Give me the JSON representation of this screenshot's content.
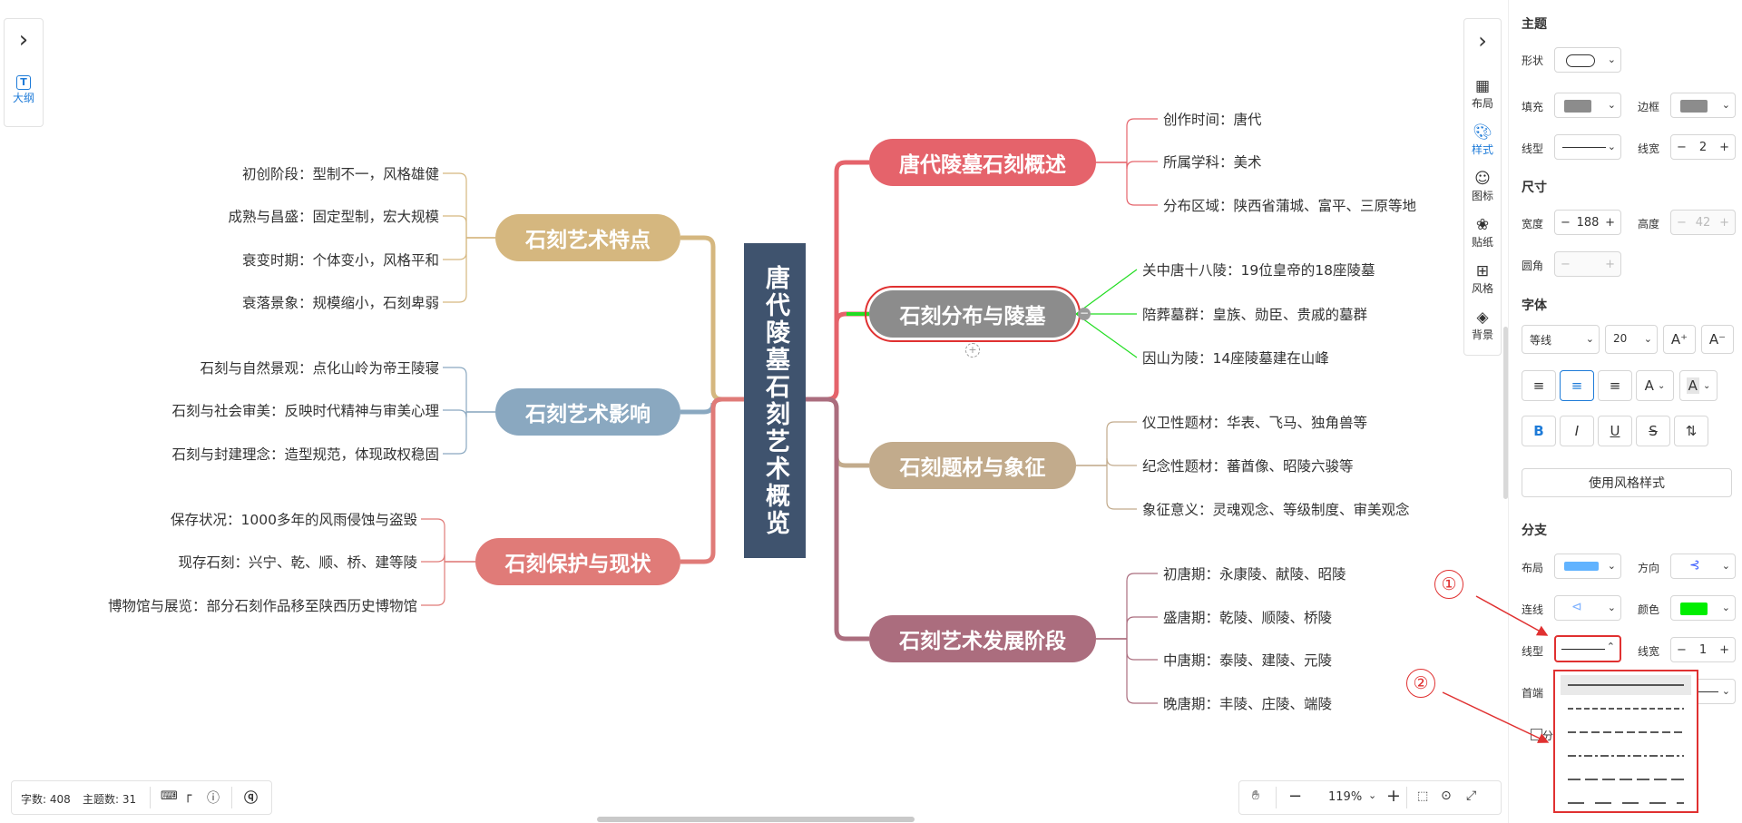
{
  "outline": {
    "expand_icon": "chevron-right-icon",
    "label": "大纲"
  },
  "mindmap": {
    "root": "唐代陵墓石刻艺术概览",
    "left_branches": [
      {
        "title": "石刻艺术特点",
        "color": "#d5b77f",
        "children": [
          "初创阶段：型制不一，风格雄健",
          "成熟与昌盛：固定型制，宏大规模",
          "衰变时期：个体变小，风格平和",
          "衰落景象：规模缩小，石刻卑弱"
        ]
      },
      {
        "title": "石刻艺术影响",
        "color": "#8aa8c0",
        "children": [
          "石刻与自然景观：点化山岭为帝王陵寝",
          "石刻与社会审美：反映时代精神与审美心理",
          "石刻与封建理念：造型规范，体现政权稳固"
        ]
      },
      {
        "title": "石刻保护与现状",
        "color": "#e07b78",
        "children": [
          "保存状况：1000多年的风雨侵蚀与盗毁",
          "现存石刻：兴宁、乾、顺、桥、建等陵",
          "博物馆与展览：部分石刻作品移至陕西历史博物馆"
        ]
      }
    ],
    "right_branches": [
      {
        "title": "唐代陵墓石刻概述",
        "color": "#e5636b",
        "children": [
          "创作时间：唐代",
          "所属学科：美术",
          "分布区域：陕西省蒲城、富平、三原等地"
        ]
      },
      {
        "title": "石刻分布与陵墓",
        "color": "#8c8c8c",
        "children": [
          "关中唐十八陵：19位皇帝的18座陵墓",
          "陪葬墓群：皇族、勋臣、贵戚的墓群",
          "因山为陵：14座陵墓建在山峰"
        ]
      },
      {
        "title": "石刻题材与象征",
        "color": "#c2ab8c",
        "children": [
          "仪卫性题材：华表、飞马、独角兽等",
          "纪念性题材：蕃酋像、昭陵六骏等",
          "象征意义：灵魂观念、等级制度、审美观念"
        ]
      },
      {
        "title": "石刻艺术发展阶段",
        "color": "#ab6d7e",
        "children": [
          "初唐期：永康陵、献陵、昭陵",
          "盛唐期：乾陵、顺陵、桥陵",
          "中唐期：泰陵、建陵、元陵",
          "晚唐期：丰陵、庄陵、端陵"
        ]
      }
    ]
  },
  "toolbar": {
    "collapse_icon": "chevron-right-icon",
    "items": [
      {
        "label": "布局",
        "icon": "layout-icon"
      },
      {
        "label": "样式",
        "icon": "palette-icon",
        "active": true
      },
      {
        "label": "图标",
        "icon": "smiley-icon"
      },
      {
        "label": "贴纸",
        "icon": "sticker-icon"
      },
      {
        "label": "风格",
        "icon": "grid-icon"
      },
      {
        "label": "背景",
        "icon": "layers-icon"
      }
    ]
  },
  "panel": {
    "topic_title": "主题",
    "shape_label": "形状",
    "fill_label": "填充",
    "fill_color": "#8c8c8c",
    "border_label": "边框",
    "border_color": "#8c8c8c",
    "line_type_label": "线型",
    "line_width_label": "线宽",
    "topic_line_width": "2",
    "size_title": "尺寸",
    "width_label": "宽度",
    "width_value": "188",
    "height_label": "高度",
    "height_value": "42",
    "radius_label": "圆角",
    "font_title": "字体",
    "font_family": "等线",
    "font_size": "20",
    "font_grow": "A⁺",
    "font_shrink": "A⁻",
    "font_color_btn": "A",
    "font_bg_btn": "A",
    "bold": "B",
    "italic": "I",
    "underline": "U",
    "strike": "S",
    "apply_style": "使用风格样式",
    "branch_title": "分支",
    "layout_label": "布局",
    "direction_label": "方向",
    "connector_label": "连线",
    "color_label": "颜色",
    "branch_color": "#00ee00",
    "branch_line_type_label": "线型",
    "branch_line_width_label": "线宽",
    "branch_line_width": "1",
    "first_level_label": "首端",
    "checkbox_partial": "分"
  },
  "dropdown": {
    "options": [
      "solid",
      "dash-dense",
      "dash-medium",
      "dash-dot",
      "dash-long",
      "dash-xlong"
    ],
    "selected": "solid"
  },
  "annotations": {
    "one": "①",
    "two": "②",
    "color": "#e03131"
  },
  "status": {
    "word_count": "字数: 408",
    "topic_count": "主题数: 31"
  },
  "zoom": {
    "value": "119%",
    "minus": "−",
    "plus": "+"
  }
}
